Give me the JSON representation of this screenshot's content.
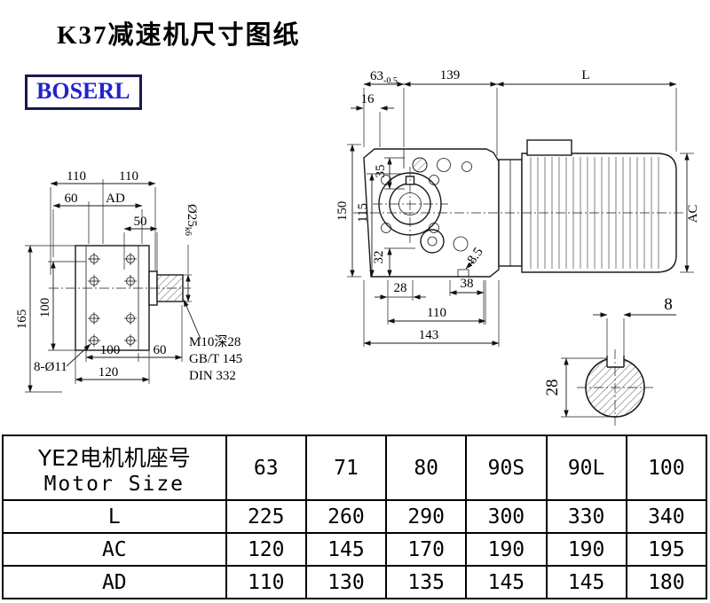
{
  "page": {
    "title": "K37减速机尺寸图纸",
    "brand": "BOSERL"
  },
  "left_view": {
    "dim_110a": "110",
    "dim_110b": "110",
    "dim_60": "60",
    "dim_ad": "AD",
    "dim_50": "50",
    "shaft_dia": "Ø25",
    "shaft_dia_tol": "k6",
    "dim_165": "165",
    "dim_100_left": "100",
    "dim_100_bottom": "100",
    "dim_60_bottom": "60",
    "dim_120": "120",
    "holes_note": "8-Ø11",
    "tap_note_1": "M10深28",
    "tap_note_2": "GB/T 145",
    "tap_note_3": "DIN 332"
  },
  "front_view": {
    "dim_63": "63",
    "dim_63_tol": "-0.5",
    "dim_139": "139",
    "dim_L": "L",
    "dim_16": "16",
    "dim_35": "35",
    "dim_150": "150",
    "dim_115": "115",
    "dim_32": "32",
    "dim_28": "28",
    "dim_85": "8.5",
    "dim_38": "38",
    "dim_110": "110",
    "dim_143": "143",
    "dim_AC": "AC"
  },
  "shaft_section": {
    "dim_8": "8",
    "dim_28": "28"
  },
  "table": {
    "header_label_cn": "YE2电机机座号",
    "header_label_en": "Motor Size",
    "motor_sizes": [
      "63",
      "71",
      "80",
      "90S",
      "90L",
      "100"
    ],
    "rows": [
      {
        "label": "L",
        "values": [
          "225",
          "260",
          "290",
          "300",
          "330",
          "340"
        ]
      },
      {
        "label": "AC",
        "values": [
          "120",
          "145",
          "170",
          "190",
          "190",
          "195"
        ]
      },
      {
        "label": "AD",
        "values": [
          "110",
          "130",
          "135",
          "145",
          "145",
          "180"
        ]
      }
    ]
  }
}
